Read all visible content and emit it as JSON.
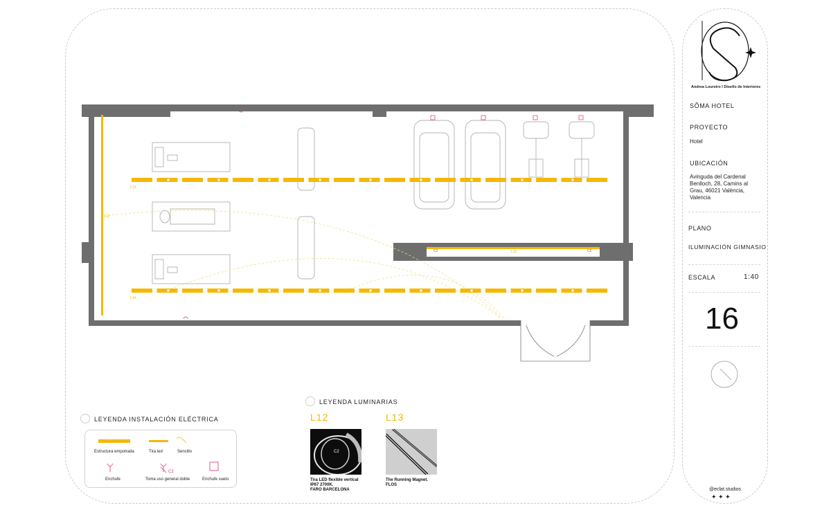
{
  "titleblock": {
    "studio": "Andrea Loureiro I Diseño de Interiores",
    "hotel": "SÕMA HOTEL",
    "proyecto_label": "PROYECTO",
    "proyecto_value": "Hotel",
    "ubicacion_label": "UBICACIÓN",
    "ubicacion_value": "Avinguda del Cardenal Benlloch, 28, Camins al Grau, 46021 València, Valencia",
    "plano_label": "PLANO",
    "plano_value": "ILUMINACIÓN GIMNASIO",
    "escala_label": "ESCALA",
    "escala_value": "1:40",
    "sheet_number": "16",
    "handle": "@eclat.studios",
    "stars": "✦ ✦ ✦"
  },
  "plan": {
    "line_labels": {
      "top": "L13",
      "bottom": "L14",
      "left": "L12",
      "partition": "L13"
    },
    "switch_labels": [
      "C2",
      "C2"
    ],
    "colors": {
      "wall": "#6e6e6e",
      "led": "#f5b800",
      "electric": "#e0306a",
      "furniture": "#9a9a9a",
      "circuit": "#f4dd7a"
    }
  },
  "legend_electric": {
    "title": "LEYENDA INSTALACIÓN ELÉCTRICA",
    "items": {
      "structure": "Estructura empotrada",
      "strip": "Tira led",
      "switch": "Sencillo",
      "socket": "Enchufe",
      "double": "Toma uso general doble",
      "double_code": "C2",
      "floor": "Enchufe suelo"
    }
  },
  "legend_luminaires": {
    "title": "LEYENDA LUMINARIAS",
    "l12_code": "L12",
    "l12_desc": "Tira LED flexible vertical\nIP67 2700K.\nFARO BARCELONA",
    "l12_thumb_label": "C2",
    "l13_code": "L13",
    "l13_desc": "The Running Magnet.\nFLOS"
  }
}
